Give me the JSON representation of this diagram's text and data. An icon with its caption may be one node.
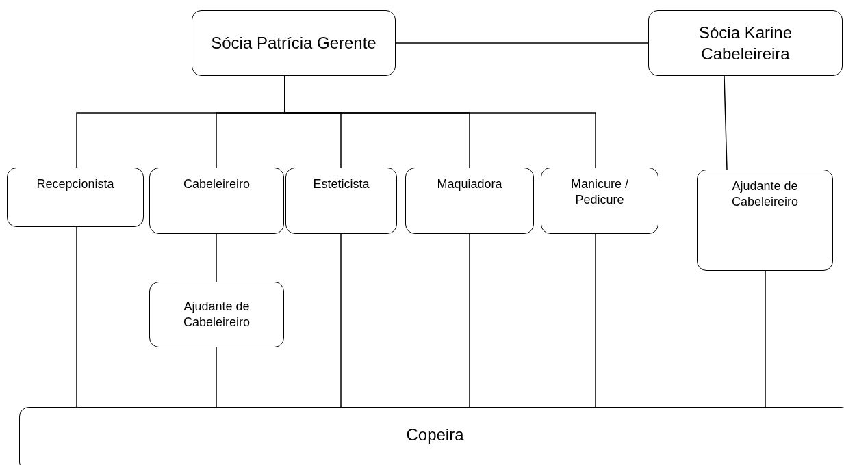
{
  "diagram": {
    "nodes": [
      {
        "text": [
          "Sócia Patrícia Gerente"
        ]
      },
      {
        "text": [
          "Sócia Karine Cabeleireira"
        ]
      },
      {
        "text": [
          "Recepcionista"
        ]
      },
      {
        "text": [
          "Cabeleireiro"
        ]
      },
      {
        "text": [
          "Esteticista"
        ]
      },
      {
        "text": [
          "Maquiadora"
        ]
      },
      {
        "text": [
          "Manicure / Pedicure"
        ]
      },
      {
        "text": [
          "Ajudante de Cabeleireiro"
        ]
      },
      {
        "text": [
          "Ajudante de Cabeleireiro"
        ]
      },
      {
        "text": [
          "Copeira"
        ]
      }
    ],
    "edges": [
      {
        "from": 0,
        "to": 1,
        "arrow": "none"
      },
      {
        "from": 0,
        "to": 2,
        "arrow": "none"
      },
      {
        "from": 0,
        "to": 3,
        "arrow": "none"
      },
      {
        "from": 0,
        "to": 4,
        "arrow": "none"
      },
      {
        "from": 0,
        "to": 5,
        "arrow": "none"
      },
      {
        "from": 0,
        "to": 6,
        "arrow": "none"
      },
      {
        "from": 1,
        "to": 7,
        "arrow": "none"
      },
      {
        "from": 3,
        "to": 8,
        "arrow": "none"
      },
      {
        "from": 2,
        "to": 9,
        "arrow": "none"
      },
      {
        "from": 8,
        "to": 9,
        "arrow": "none"
      },
      {
        "from": 4,
        "to": 9,
        "arrow": "none"
      },
      {
        "from": 5,
        "to": 9,
        "arrow": "none"
      },
      {
        "from": 6,
        "to": 9,
        "arrow": "none"
      },
      {
        "from": 7,
        "to": 9,
        "arrow": "none"
      }
    ]
  }
}
